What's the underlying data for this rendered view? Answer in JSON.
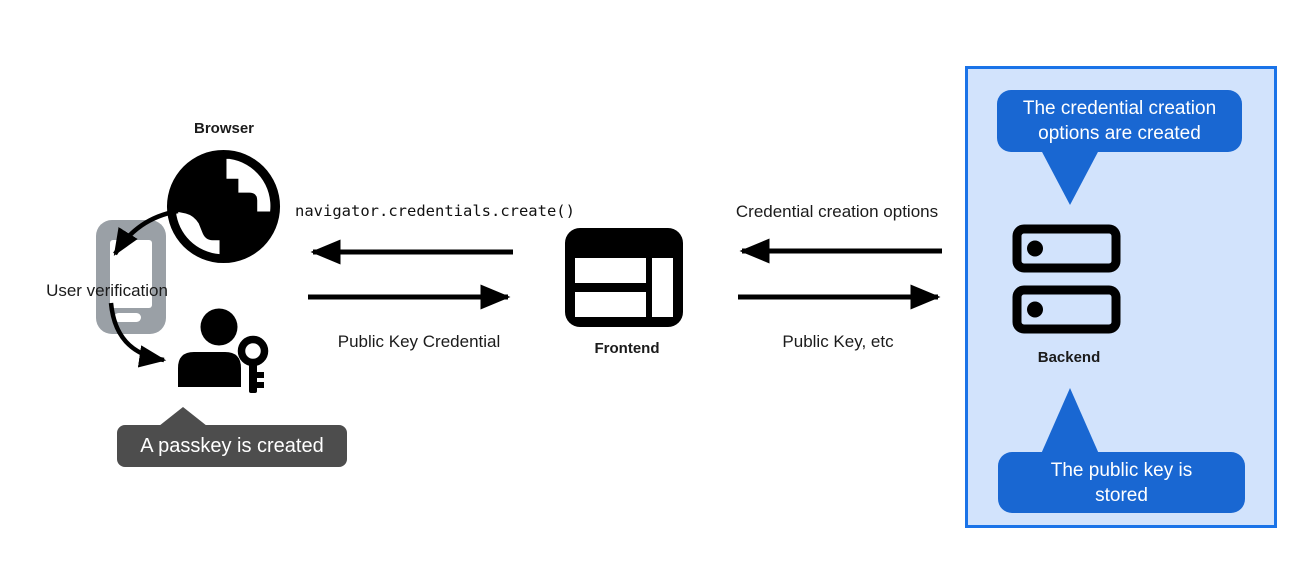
{
  "diagram": {
    "title_context": "Passkey registration flow",
    "nodes": {
      "browser": {
        "label": "Browser",
        "icon": "globe-icon"
      },
      "authenticator": {
        "label": "User verification",
        "icon": "phone-icon"
      },
      "user": {
        "icon": "user-with-key-icon"
      },
      "frontend": {
        "label": "Frontend",
        "icon": "browser-window-icon"
      },
      "backend": {
        "label": "Backend",
        "icon": "server-stack-icon"
      }
    },
    "flows": {
      "create_call": "navigator.credentials.create()",
      "public_key_credential": "Public Key Credential",
      "credential_creation_options": "Credential creation options",
      "public_key_etc": "Public Key, etc"
    },
    "callouts": {
      "passkey_created": "A passkey is created",
      "options_created": "The credential creation options are created",
      "public_key_stored": "The public key is stored"
    },
    "colors": {
      "bubble_blue": "#1967d2",
      "panel_border_blue": "#1a73e8",
      "panel_background_blue": "#d2e3fc",
      "tooltip_gray": "#4d4d4d",
      "phone_gray": "#9aa0a6",
      "icon_black": "#000000"
    }
  }
}
